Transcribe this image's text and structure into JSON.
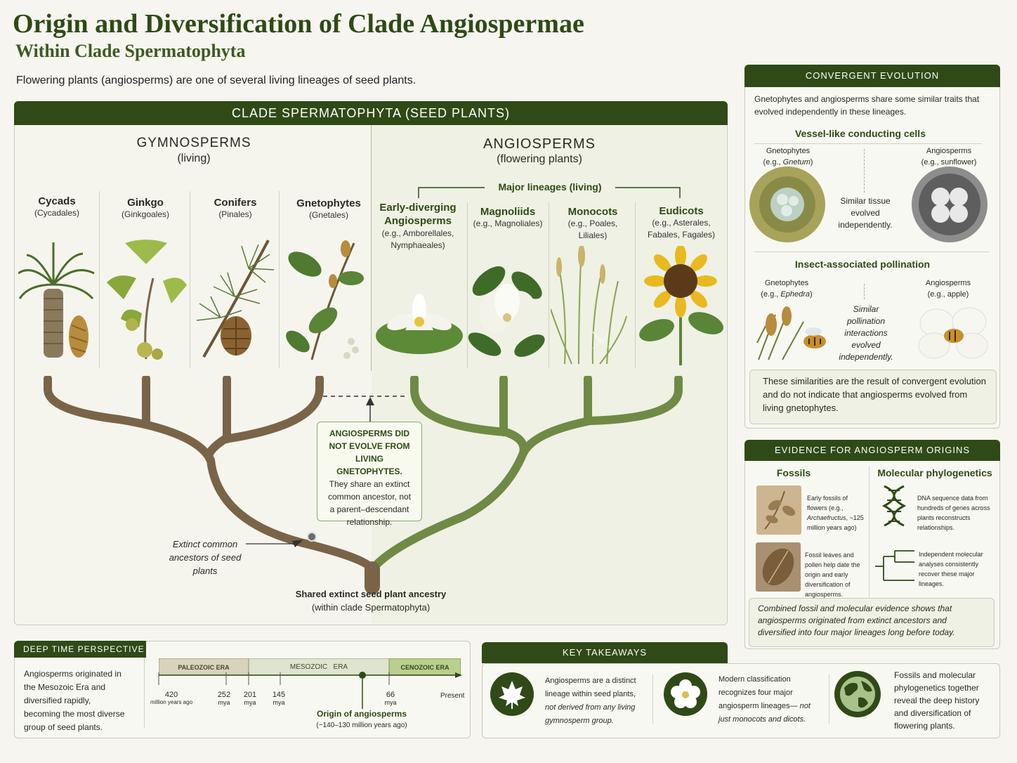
{
  "title": "Origin and Diversification of Clade Angiospermae",
  "subtitle": "Within Clade Spermatophyta",
  "intro": "Flowering plants (angiosperms) are one of several living lineages of seed plants.",
  "tree": {
    "header": "CLADE SPERMATOPHYTA (SEED PLANTS)",
    "gymnosperms": {
      "title": "GYMNOSPERMS",
      "sub": "(living)"
    },
    "angiosperms": {
      "title": "ANGIOSPERMS",
      "sub": "(flowering plants)"
    },
    "major_lineages": "Major lineages (living)",
    "groups": [
      {
        "name": "Cycads",
        "sub": "(Cycadales)"
      },
      {
        "name": "Ginkgo",
        "sub": "(Ginkgoales)"
      },
      {
        "name": "Conifers",
        "sub": "(Pinales)"
      },
      {
        "name": "Gnetophytes",
        "sub": "(Gnetales)"
      },
      {
        "name": "Early-diverging Angiosperms",
        "sub": "(e.g., Amborellales, Nymphaeales)"
      },
      {
        "name": "Magnoliids",
        "sub": "(e.g., Magnoliales)"
      },
      {
        "name": "Monocots",
        "sub": "(e.g., Poales, Liliales)"
      },
      {
        "name": "Eudicots",
        "sub": "(e.g., Asterales, Fabales, Fagales)"
      }
    ],
    "callout_bold": "ANGIOSPERMS DID NOT EVOLVE FROM LIVING GNETOPHYTES.",
    "callout_text": "They share an extinct common ancestor, not a parent–descendant relationship.",
    "extinct_label": "Extinct common ancestors of seed plants",
    "root_label": "Shared extinct seed plant ancestry",
    "root_sub": "(within clade Spermatophyta)"
  },
  "convergent": {
    "header": "CONVERGENT EVOLUTION",
    "intro": "Gnetophytes and angiosperms share some similar traits that evolved independently in these lineages.",
    "vessel_title": "Vessel-like conducting cells",
    "gneto_label": "Gnetophytes",
    "gneto_eg1_pre": "(e.g., ",
    "gneto_eg1": "Gnetum",
    "gneto_eg1_post": ")",
    "angio_label": "Angiosperms",
    "angio_eg1": "(e.g., sunflower)",
    "vessel_note": "Similar tissue evolved independently.",
    "insect_title": "Insect-associated pollination",
    "gneto_eg2_pre": "(e.g., ",
    "gneto_eg2": "Ephedra",
    "gneto_eg2_post": ")",
    "angio_eg2": "(e.g., apple)",
    "insect_note": "Similar pollination interactions evolved independently.",
    "conclusion": "These similarities are the result of convergent evolution and do not indicate that angiosperms evolved from living gnetophytes."
  },
  "evidence": {
    "header": "EVIDENCE FOR ANGIOSPERM ORIGINS",
    "fossils_title": "Fossils",
    "molecular_title": "Molecular phylogenetics",
    "fossil1_pre": "Early fossils of flowers (e.g., ",
    "fossil1_it": "Archaefructus",
    "fossil1_post": ", ~125 million years ago)",
    "fossil2": "Fossil leaves and pollen help date the origin and early diversification of angiosperms.",
    "mol1": "DNA sequence data from hundreds of genes across plants reconstructs relationships.",
    "mol2": "Independent molecular analyses consistently recover these major lineages.",
    "conclusion": "Combined fossil and molecular evidence shows that angiosperms originated from extinct ancestors and diversified into four major lineages long before today."
  },
  "deep_time": {
    "header": "DEEP TIME PERSPECTIVE",
    "text": "Angiosperms originated in the Mesozoic Era and diversified rapidly, becoming the most diverse group of seed plants.",
    "eras": [
      "PALEOZOIC ERA",
      "MESOZOIC   ERA",
      "CENOZOIC ERA"
    ],
    "ticks": [
      {
        "v": "420",
        "u": "million years ago"
      },
      {
        "v": "252",
        "u": "mya"
      },
      {
        "v": "201",
        "u": "mya"
      },
      {
        "v": "145",
        "u": "mya"
      },
      {
        "v": "66",
        "u": "mya"
      },
      {
        "v": "Present",
        "u": ""
      }
    ],
    "origin_label": "Origin of angiosperms",
    "origin_range": "(~140–130 million years ago)"
  },
  "takeaways": {
    "header": "KEY TAKEAWAYS",
    "t1_a": "Angiosperms are a distinct lineage within seed plants,",
    "t1_b": "not derived from any living gymnosperm group.",
    "t2_a": "Modern classification recognizes four major angiosperm lineages—",
    "t2_b": "not just monocots and dicots.",
    "t3": "Fossils and molecular phylogenetics together reveal the deep history and diversification of flowering plants."
  },
  "colors": {
    "header_green": "#2f4a16",
    "trunk_brown": "#7a6448",
    "angio_green": "#6f8a45",
    "panel_bg": "#f8f8f2"
  }
}
